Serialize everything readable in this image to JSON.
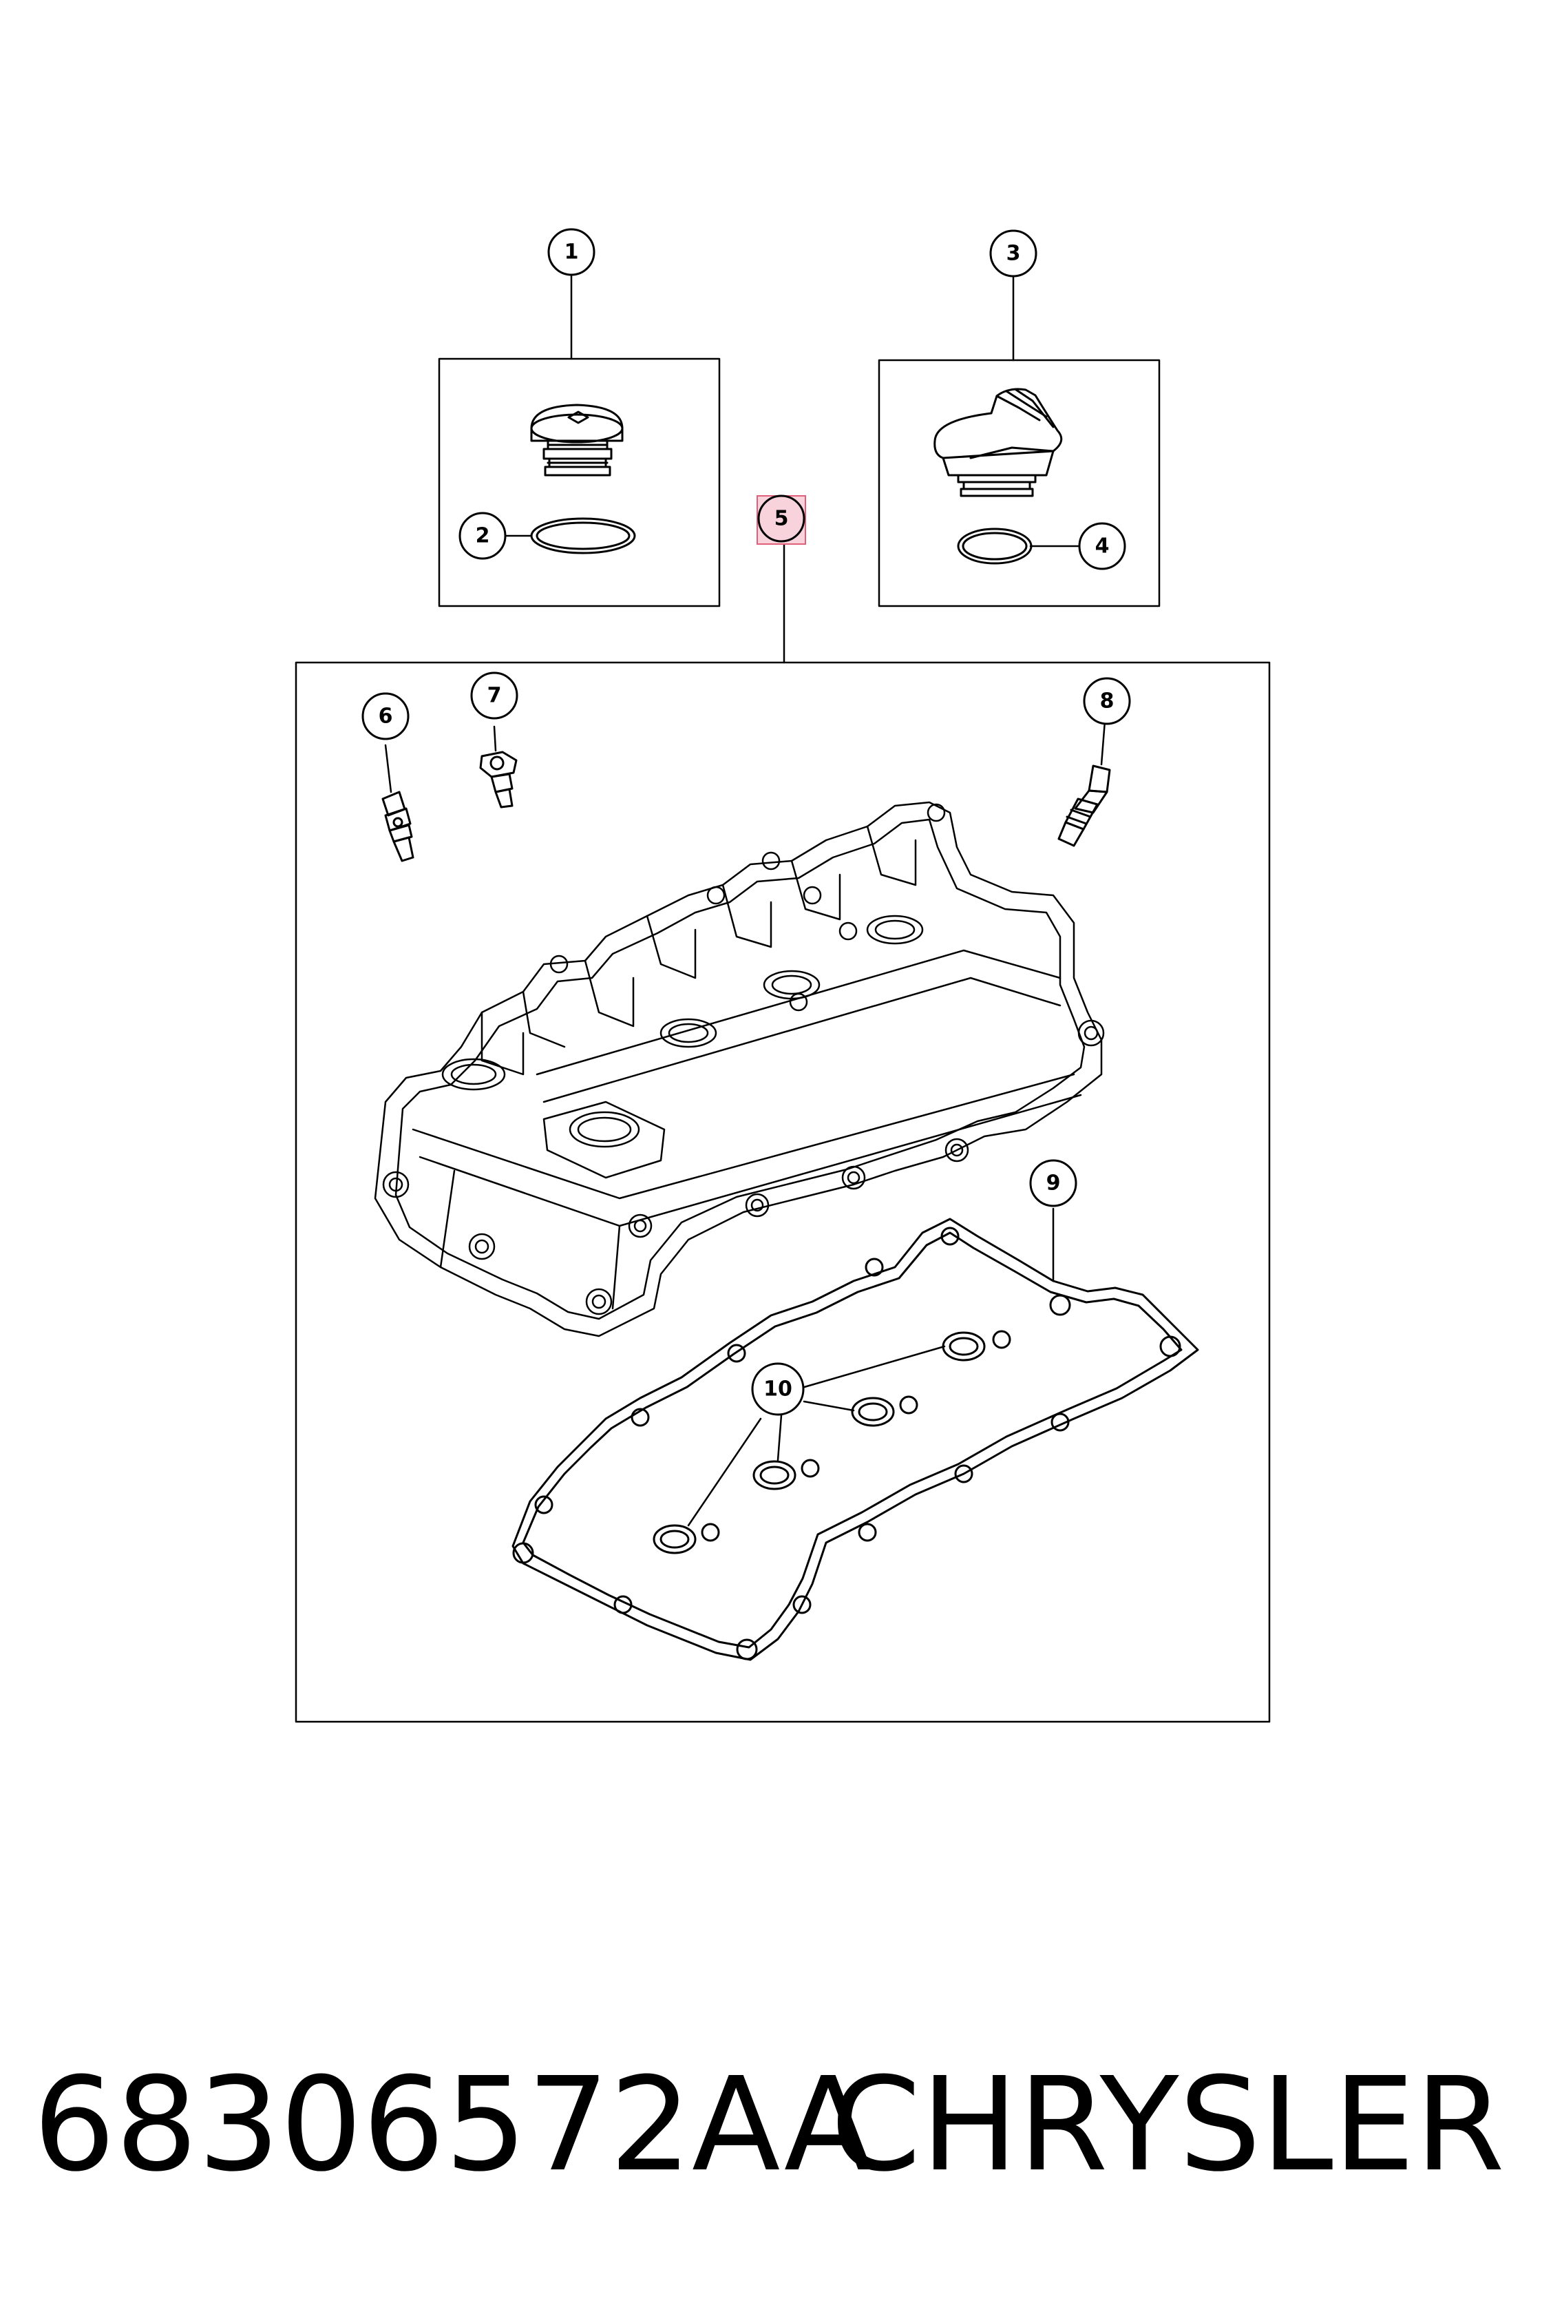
{
  "callouts": {
    "c1": "1",
    "c2": "2",
    "c3": "3",
    "c4": "4",
    "c5": "5",
    "c6": "6",
    "c7": "7",
    "c8": "8",
    "c9": "9",
    "c10": "10"
  },
  "footer": {
    "part_number": "68306572AA",
    "brand": "CHRYSLER"
  },
  "colors": {
    "line": "#000000",
    "highlight_fill": "#f8d3dc",
    "highlight_stroke": "#e0607a"
  }
}
